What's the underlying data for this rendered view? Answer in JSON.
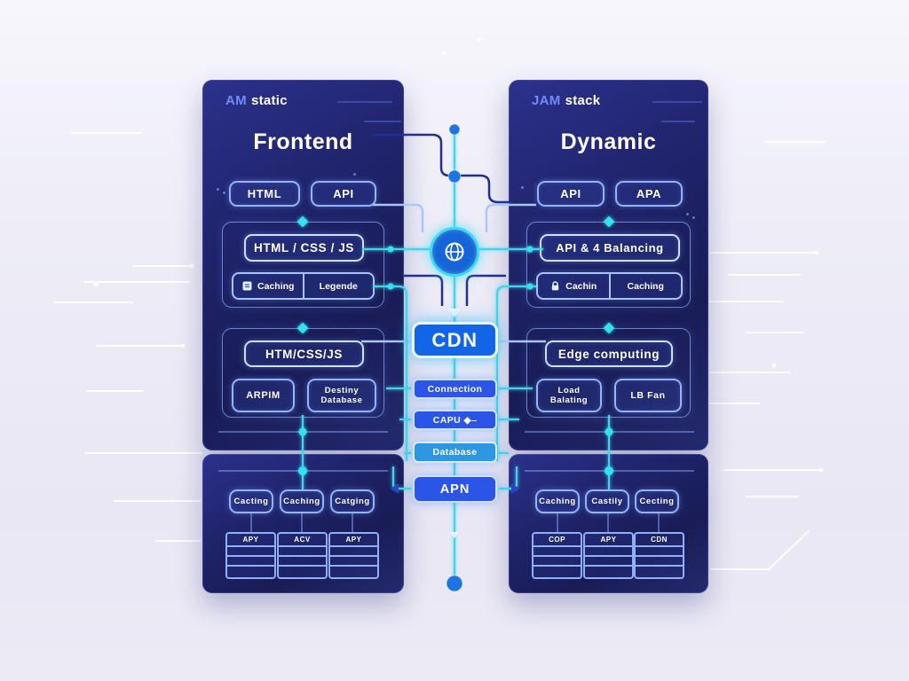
{
  "left_panel": {
    "logo_accent": "AM",
    "logo_rest": "static",
    "title": "Frontend",
    "chips": [
      "HTML",
      "API"
    ],
    "section1": {
      "main": "HTML / CSS / JS",
      "cell_left": "Caching",
      "cell_right": "Legende"
    },
    "section2": {
      "main": "HTM/CSS/JS",
      "box_left": "ARPIM",
      "box_right_line1": "Destiny",
      "box_right_line2": "Database"
    }
  },
  "left_lower": {
    "caching": [
      "Cacting",
      "Caching",
      "Catging"
    ],
    "tables": [
      "APY",
      "ACV",
      "APY"
    ]
  },
  "right_panel": {
    "logo_accent": "JAM",
    "logo_rest": "stack",
    "title": "Dynamic",
    "chips": [
      "API",
      "APA"
    ],
    "section1": {
      "main": "API & 4 Balancing",
      "cell_left": "Cachin",
      "cell_right": "Caching"
    },
    "section2": {
      "main": "Edge computing",
      "box_left_line1": "Load",
      "box_left_line2": "Balating",
      "box_right": "LB Fan"
    }
  },
  "right_lower": {
    "caching": [
      "Caching",
      "Castily",
      "Cecting"
    ],
    "tables": [
      "COP",
      "APY",
      "CDN"
    ]
  },
  "center": {
    "cdn": "CDN",
    "connection": "Connection",
    "capu": "CAPU ◆‒",
    "database": "Database",
    "apn": "APN"
  },
  "colors": {
    "accent_cyan": "#33e2ee",
    "node_blue": "#1d74e2",
    "panel_navy": "#1e2268",
    "box_blue": "#2b55e6",
    "cdn_blue": "#1165e6",
    "database_blue": "#2d97e2",
    "background": "#ecebf6",
    "logo_accent_blue": "#6e8bfd"
  }
}
